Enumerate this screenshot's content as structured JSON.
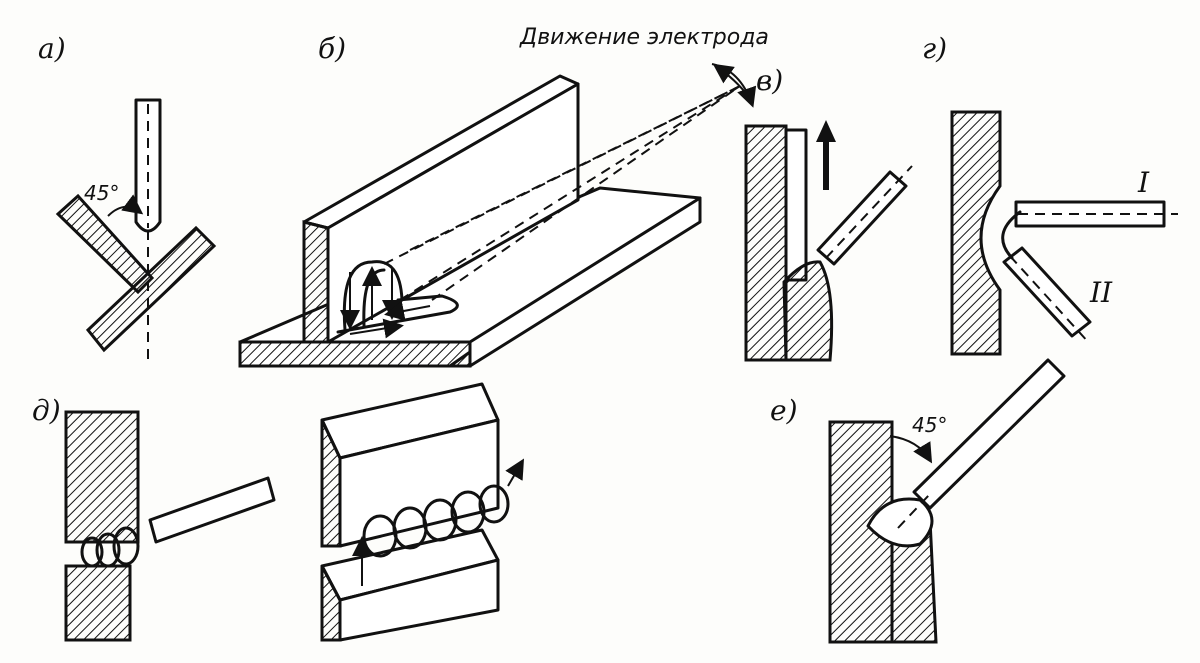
{
  "labels": {
    "a": "а)",
    "b": "б)",
    "v": "в)",
    "g": "г)",
    "d": "д)",
    "e": "е)"
  },
  "caption": "Движение электрода",
  "angle_a": "45°",
  "angle_e": "45°",
  "pos_1": "I",
  "pos_2": "II"
}
